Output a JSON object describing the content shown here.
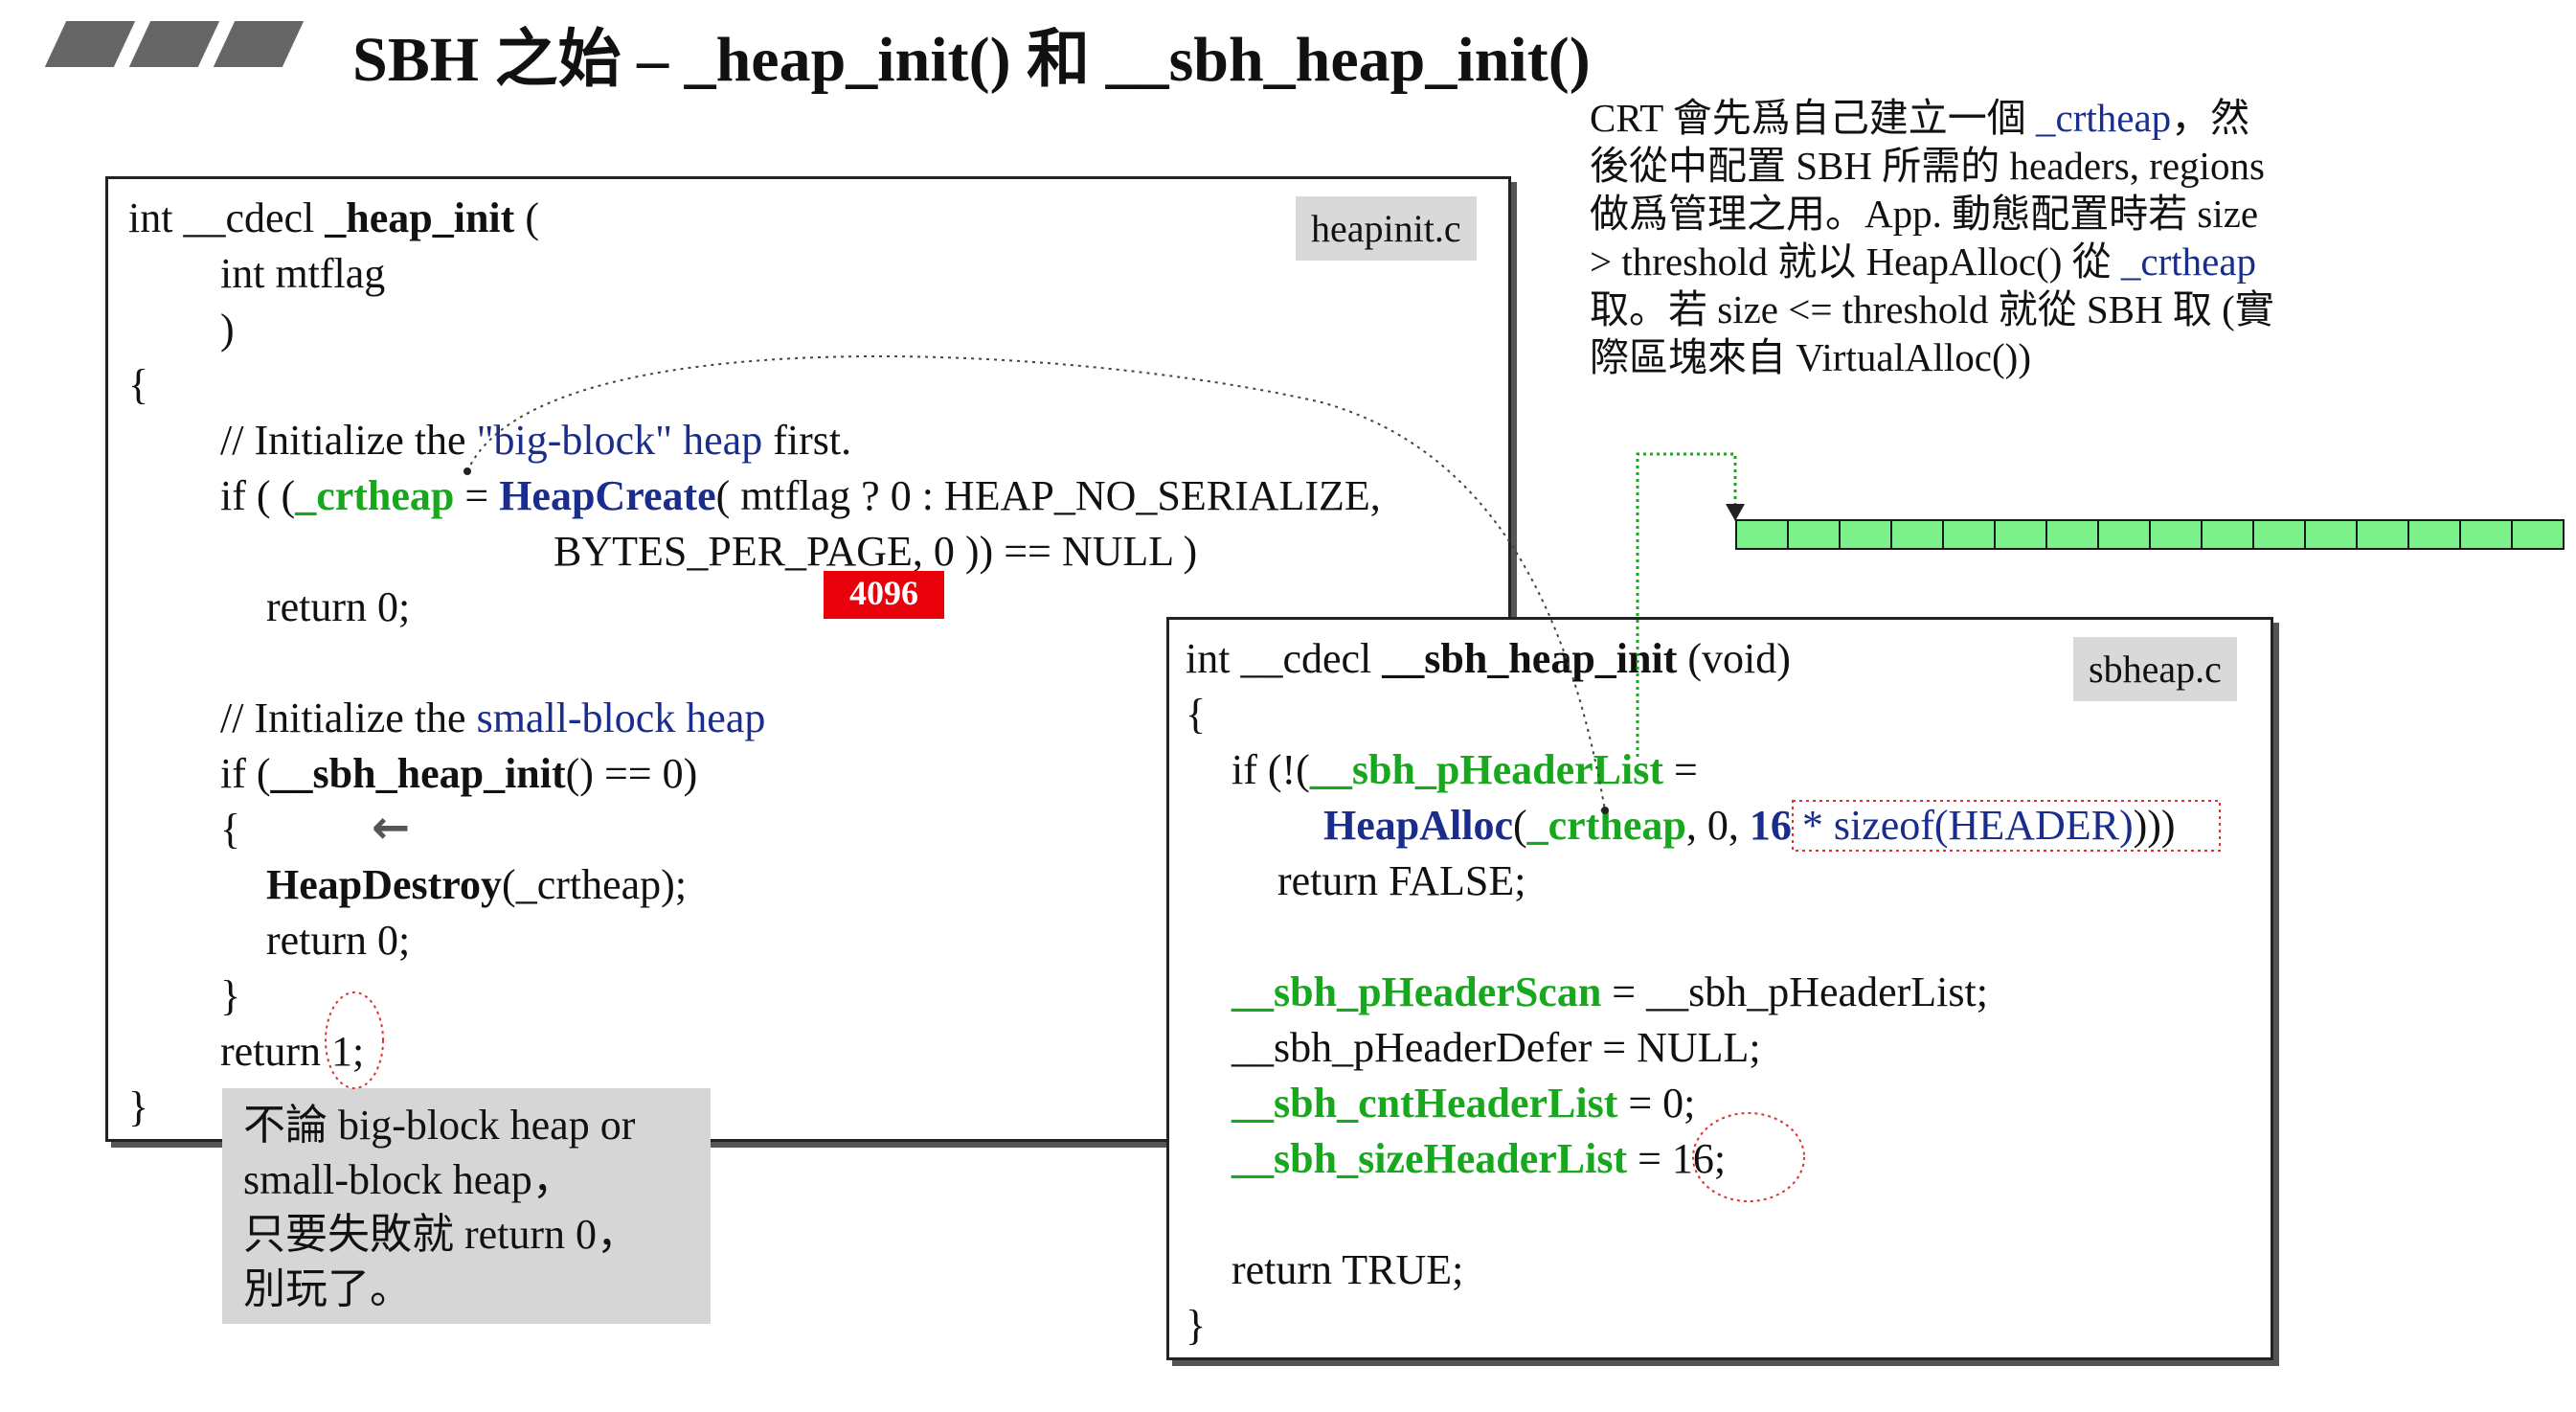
{
  "title": "SBH 之始 – _heap_init() 和 __sbh_heap_init()",
  "left_box": {
    "filename": "heapinit.c",
    "lines": {
      "l1_a": "int __cdecl ",
      "l1_b": "_heap_init",
      "l1_c": " (",
      "l2": "int mtflag",
      "l3": ")",
      "l4": "{",
      "l5_a": "//  Initialize the ",
      "l5_b": "\"big-block\" heap",
      "l5_c": " first.",
      "l6_a": "if ( (",
      "l6_b": "_crtheap",
      "l6_c": " = ",
      "l6_d": "HeapCreate",
      "l6_e": "( mtflag ? 0 : HEAP_NO_SERIALIZE,",
      "l7": "BYTES_PER_PAGE, 0 )) == NULL )",
      "l8": "return 0;",
      "l9_a": "//  Initialize the ",
      "l9_b": "small-block heap",
      "l10_a": "if (",
      "l10_b": "__sbh_heap_init",
      "l10_c": "() == 0)",
      "l11": "{",
      "l12_a": "HeapDestroy",
      "l12_b": "(_crtheap);",
      "l13": "return 0;",
      "l14": "}",
      "l15": "return 1;",
      "l16": "}"
    },
    "badge": "4096",
    "arrow_glyph": "←"
  },
  "right_box": {
    "filename": "sbheap.c",
    "lines": {
      "r1_a": "int __cdecl ",
      "r1_b": "__sbh_heap_init",
      "r1_c": " (void)",
      "r2": "{",
      "r3_a": "if (!(",
      "r3_b": "__sbh_pHeaderList",
      "r3_c": " =",
      "r4_a": "HeapAlloc",
      "r4_b": "(",
      "r4_c": "_crtheap",
      "r4_d": ", 0, ",
      "r4_e": "16",
      "r4_f": " * sizeof(HEADER)",
      "r4_g": ")))",
      "r5": "return FALSE;",
      "r6_a": "__sbh_pHeaderScan",
      "r6_b": " = __sbh_pHeaderList;",
      "r7": "__sbh_pHeaderDefer = NULL;",
      "r8_a": "__sbh_cntHeaderList",
      "r8_b": " = 0;",
      "r9_a": "__sbh_sizeHeaderList",
      "r9_b": " = 16;",
      "r10": "return TRUE;",
      "r11": "}"
    }
  },
  "note": {
    "line1_a": "CRT 會先爲自己建立一個 ",
    "line1_b": "_crtheap",
    "line1_c": "，然",
    "line2": "後從中配置 SBH 所需的 headers, regions",
    "line3": "做爲管理之用。App. 動態配置時若 size",
    "line4_a": "> threshold 就以 HeapAlloc() 從 ",
    "line4_b": "_crtheap",
    "line5": "取。若 size <= threshold 就從 SBH 取 (實",
    "line6": "際區塊來自 VirtualAlloc())"
  },
  "callout": {
    "line1": "不論 big-block heap or",
    "line2": "small-block heap，",
    "line3": "只要失敗就 return 0，",
    "line4": "別玩了。"
  },
  "colors": {
    "green_text": "#17a81d",
    "blue_text": "#1b2d8c",
    "badge_red": "#e8000b",
    "header_cell_green": "#7cf08a",
    "annotation_red": "#d33",
    "callout_gray": "#d6d6d6"
  }
}
